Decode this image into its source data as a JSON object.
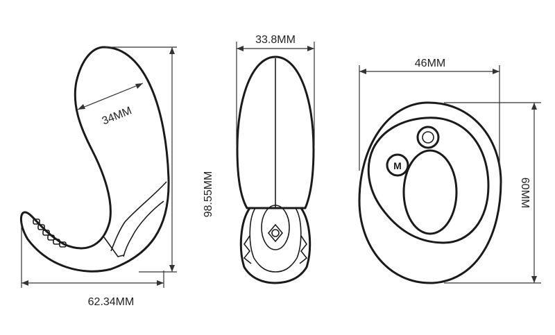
{
  "dimensions": {
    "side_view": {
      "width": "62.34MM",
      "inner_width": "34MM"
    },
    "front_view": {
      "width": "33.8MM",
      "height": "98.55MM"
    },
    "remote": {
      "width": "46MM",
      "height": "60MM"
    }
  },
  "remote_button_label": "M",
  "colors": {
    "line": "#1a1a1a",
    "background": "#ffffff"
  }
}
